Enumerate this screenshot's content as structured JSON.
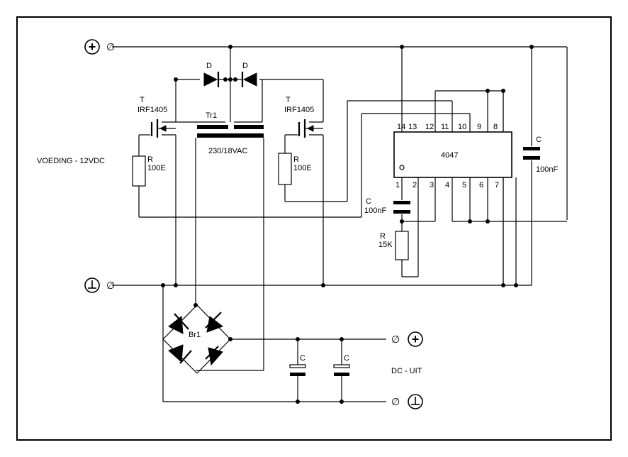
{
  "labels": {
    "supply": "VOEDING - 12VDC",
    "dc_out": "DC - UIT",
    "transformer_name": "Tr1",
    "transformer_rating": "230/18VAC",
    "ic_name": "4047",
    "bridge_name": "Br1",
    "diode_left": "D",
    "diode_right": "D",
    "mosfet_left_letter": "T",
    "mosfet_left_type": "IRF1405",
    "mosfet_right_letter": "T",
    "mosfet_right_type": "IRF1405",
    "resistor_left_letter": "R",
    "resistor_left_value": "100E",
    "resistor_right_letter": "R",
    "resistor_right_value": "100E",
    "cap_timing_letter": "C",
    "cap_timing_value": "100nF",
    "res_timing_letter": "R",
    "res_timing_value": "15K",
    "cap_decouple_letter": "C",
    "cap_decouple_value": "100nF",
    "cap_out1_letter": "C",
    "cap_out2_letter": "C"
  },
  "ic_pins_top": [
    "14",
    "13",
    "12",
    "11",
    "10",
    "9",
    "8"
  ],
  "ic_pins_bottom": [
    "1",
    "2",
    "3",
    "4",
    "5",
    "6",
    "7"
  ],
  "terminals": {
    "plus_symbol": "+",
    "open_symbol": "∅"
  }
}
